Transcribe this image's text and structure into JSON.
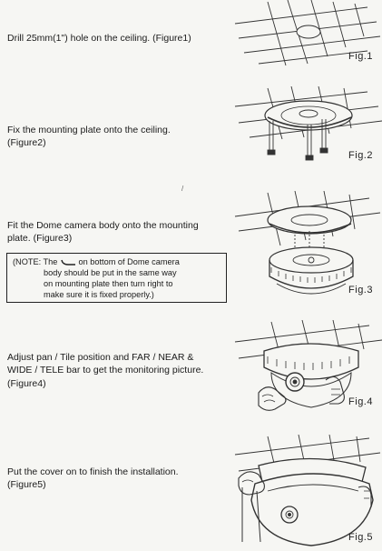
{
  "steps": [
    {
      "lines": [
        "Drill 25mm(1\") hole on the ceiling. (Figure1)"
      ],
      "figure_label": "Fig.1"
    },
    {
      "lines": [
        "Fix the mounting plate onto the ceiling.",
        "(Figure2)"
      ],
      "figure_label": "Fig.2"
    },
    {
      "lines": [
        "Fit the Dome camera body onto the mounting",
        "plate. (Figure3)"
      ],
      "figure_label": "Fig.3"
    },
    {
      "lines": [
        "Adjust pan / Tile position and FAR / NEAR &",
        "WIDE / TELE bar to get the monitoring picture.",
        "(Figure4)"
      ],
      "figure_label": "Fig.4"
    },
    {
      "lines": [
        "Put the cover on to finish the installation.",
        "(Figure5)"
      ],
      "figure_label": "Fig.5"
    }
  ],
  "note": {
    "prefix": "(NOTE: The",
    "after_icon": "on bottom of Dome camera",
    "lines": [
      "body should be put in the same way",
      "on mounting plate then turn right to",
      "make sure it is fixed properly.)"
    ],
    "icon": "hook-mark-icon"
  }
}
